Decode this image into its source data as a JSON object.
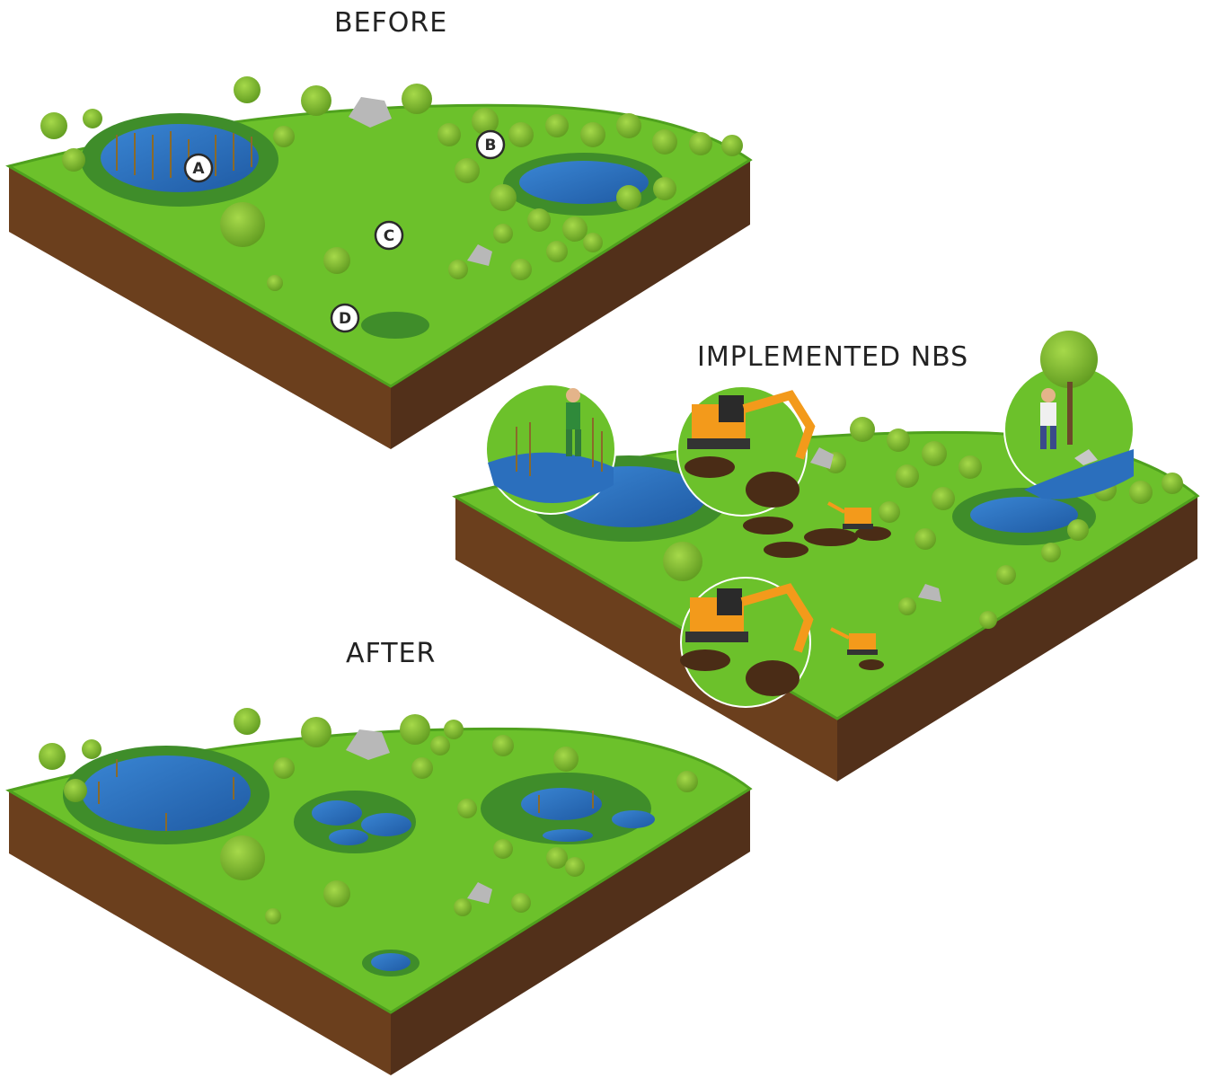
{
  "titles": {
    "before": "BEFORE",
    "implemented": "IMPLEMENTED NBS",
    "after": "AFTER"
  },
  "markers": [
    "A",
    "B",
    "C",
    "D"
  ],
  "colors": {
    "grass": "#6cc12b",
    "grass_edge": "#4fa11e",
    "soil_left": "#6b3f1d",
    "soil_right": "#52301a",
    "water": "#2b6fbd",
    "marsh": "#3f8d2a",
    "tree_foliage": "#7cb82e",
    "tree_trunk": "#6b4a2a",
    "excavator": "#f39a1b",
    "rock": "#b8b8b8"
  },
  "icons": [
    "tree-icon",
    "pond-icon",
    "reed-icon",
    "rock-icon",
    "excavator-icon",
    "worker-icon"
  ]
}
